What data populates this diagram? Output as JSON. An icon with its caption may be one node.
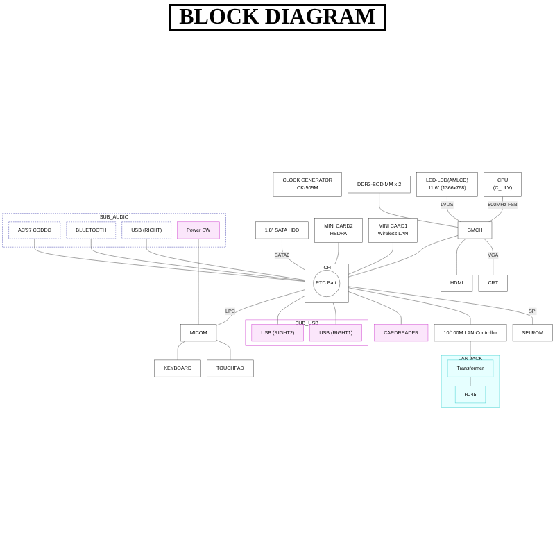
{
  "diagram": {
    "title": "BLOCK DIAGRAM",
    "nodes": [
      {
        "text": [
          "CLOCK GENERATOR",
          "CK-505M"
        ]
      },
      {
        "text": [
          "CPU",
          "(C_ULV)"
        ]
      },
      {
        "text": [
          "LED-LCD(AMLCD)",
          "11.6\" (1366x768)"
        ]
      },
      {
        "text": [
          "GMCH"
        ]
      },
      {
        "text": [
          "DDR3-SODIMM x 2"
        ]
      },
      {
        "text": [
          "CRT"
        ]
      },
      {
        "text": [
          "HDMI"
        ]
      },
      {
        "text": [
          "1.8\" SATA HDD"
        ]
      },
      {
        "text": [
          "ICH"
        ]
      },
      {
        "text": [
          "RTC Batt."
        ],
        "in": 8
      },
      {
        "text": [
          "MINI CARD2",
          "HSDPA"
        ]
      },
      {
        "text": [
          "MINI CARD1",
          "Wireless LAN"
        ]
      },
      {
        "text": [
          "SUB_AUDIO"
        ]
      },
      {
        "text": [
          "AC'97 CODEC"
        ],
        "in": 12
      },
      {
        "text": [
          "BLUETOOTH"
        ],
        "in": 12
      },
      {
        "text": [
          "USB (RIGHT)"
        ],
        "in": 12
      },
      {
        "text": [
          "Power SW"
        ],
        "in": 12
      },
      {
        "text": [
          "SPI ROM"
        ]
      },
      {
        "text": [
          "10/100M LAN Controller"
        ]
      },
      {
        "text": [
          "LAN JACK"
        ]
      },
      {
        "text": [
          "Transformer"
        ],
        "in": 19
      },
      {
        "text": [
          "RJ45"
        ],
        "in": 19
      },
      {
        "text": [
          "CARDREADER"
        ]
      },
      {
        "text": [
          "SUB_USB"
        ]
      },
      {
        "text": [
          "USB (RIGHT1)"
        ],
        "in": 23
      },
      {
        "text": [
          "USB (RIGHT2)"
        ],
        "in": 23
      },
      {
        "text": [
          "MICOM"
        ]
      },
      {
        "text": [
          "TOUCHPAD"
        ]
      },
      {
        "text": [
          "KEYBOARD"
        ]
      }
    ],
    "edges": [
      {
        "from": 1,
        "to": 3,
        "arrow": "none",
        "label": "800MHz FSB"
      },
      {
        "from": 2,
        "to": 3,
        "arrow": "none",
        "label": "LVDS"
      },
      {
        "from": 4,
        "to": 3,
        "arrow": "none"
      },
      {
        "from": 3,
        "to": 5,
        "arrow": "none",
        "label": "VGA"
      },
      {
        "from": 3,
        "to": 6,
        "arrow": "none"
      },
      {
        "from": 3,
        "to": 8,
        "arrow": "none"
      },
      {
        "from": 7,
        "to": 8,
        "arrow": "none",
        "label": "SATA0"
      },
      {
        "from": 10,
        "to": 8,
        "arrow": "none"
      },
      {
        "from": 11,
        "to": 8,
        "arrow": "none"
      },
      {
        "from": 13,
        "to": 8,
        "arrow": "none"
      },
      {
        "from": 14,
        "to": 8,
        "arrow": "none"
      },
      {
        "from": 15,
        "to": 8,
        "arrow": "none"
      },
      {
        "from": 8,
        "to": 17,
        "arrow": "none",
        "label": "SPI"
      },
      {
        "from": 8,
        "to": 18,
        "arrow": "none"
      },
      {
        "from": 18,
        "to": 20,
        "arrow": "none"
      },
      {
        "from": 20,
        "to": 21,
        "arrow": "none"
      },
      {
        "from": 8,
        "to": 22,
        "arrow": "none"
      },
      {
        "from": 8,
        "to": 24,
        "arrow": "none"
      },
      {
        "from": 8,
        "to": 25,
        "arrow": "none"
      },
      {
        "from": 8,
        "to": 26,
        "arrow": "none",
        "label": "LPC"
      },
      {
        "from": 26,
        "to": 27,
        "arrow": "none"
      },
      {
        "from": 26,
        "to": 28,
        "arrow": "none"
      },
      {
        "from": 16,
        "to": 26,
        "arrow": "none"
      }
    ]
  }
}
